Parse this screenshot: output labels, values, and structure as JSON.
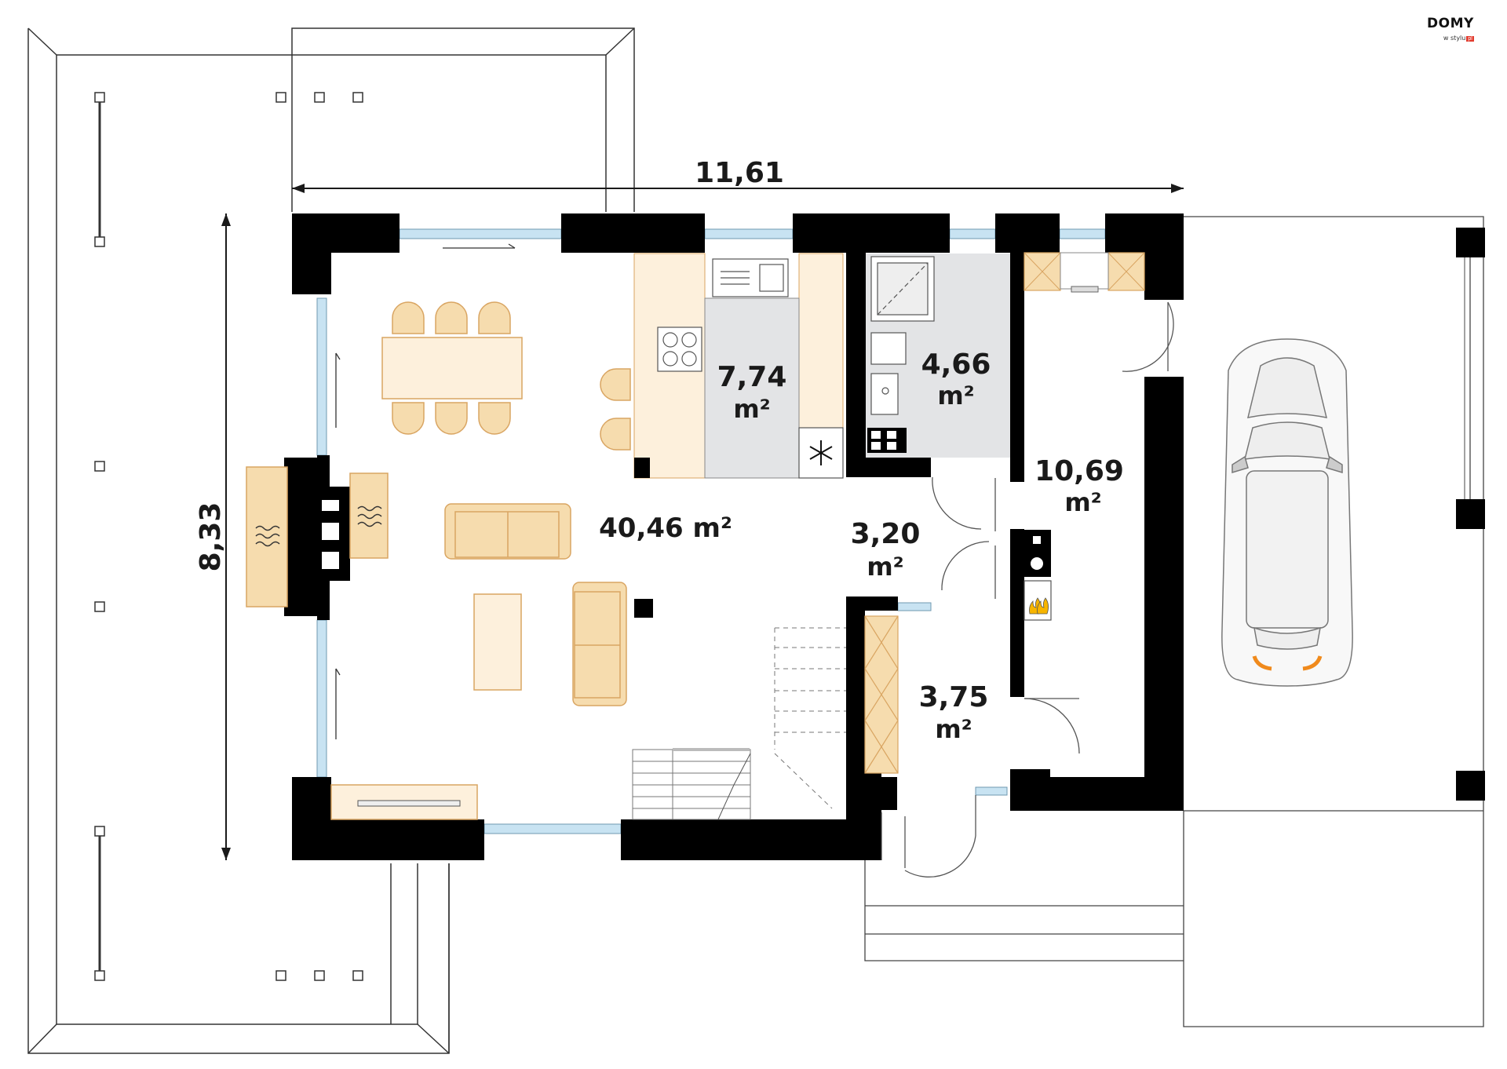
{
  "logo": {
    "main": "DOMY",
    "sub": "w stylu",
    "badge": "pl"
  },
  "dimensions": {
    "width": "11,61",
    "depth": "8,33"
  },
  "rooms": {
    "living": {
      "area": "40,46 m²"
    },
    "kitchen": {
      "area": "7,74",
      "unit": "m²"
    },
    "bathroom": {
      "area": "4,66",
      "unit": "m²"
    },
    "garage_room": {
      "area": "10,69",
      "unit": "m²"
    },
    "hall": {
      "area": "3,20",
      "unit": "m²"
    },
    "vestibule": {
      "area": "3,75",
      "unit": "m²"
    }
  },
  "colors": {
    "wall": "#000000",
    "furniture": "#f6dcae",
    "furniture_stroke": "#d9a562",
    "kitchen_floor": "#fdf0dc",
    "grey_floor": "#e3e4e6",
    "window": "#c8e3f2",
    "car_accent": "#f08a1c"
  }
}
